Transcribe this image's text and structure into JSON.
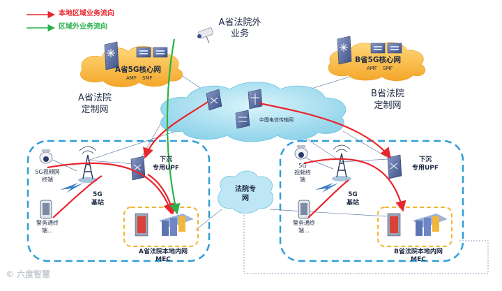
{
  "legend": {
    "local": "本地区域业务流向",
    "cross": "区域外业务流向",
    "local_color": "#e8262e",
    "cross_color": "#2bb24c"
  },
  "top_service": [
    "A省法院外",
    "业务"
  ],
  "core_a": {
    "title": "A省5G核心网",
    "amf": "AMF",
    "smf": "SMF"
  },
  "core_b": {
    "title": "B省5G核心网",
    "amf": "AMF",
    "smf": "SMF"
  },
  "private_a": [
    "A省法院",
    "定制网"
  ],
  "private_b": [
    "B省法院",
    "定制网"
  ],
  "transport": "中国电信传输网",
  "court_net": [
    "法院专",
    "网"
  ],
  "region_a": {
    "video": [
      "5G视频网",
      "终端"
    ],
    "police": [
      "警务通终",
      "端…"
    ],
    "station": [
      "5G",
      "基站"
    ],
    "upf": [
      "下沉",
      "专用UPF"
    ],
    "mec": [
      "A省法院本地内网",
      "MEC"
    ]
  },
  "region_b": {
    "video": [
      "5G",
      "视频终",
      "端"
    ],
    "police": [
      "警务通终",
      "端…"
    ],
    "station": [
      "5G",
      "基站"
    ],
    "upf": [
      "下沉",
      "专用UPF"
    ],
    "mec": [
      "B省法院本地内网",
      "MEC"
    ]
  },
  "watermark": "© 六度智慧",
  "icons": [
    "camera-icon",
    "router-icon",
    "switch-icon",
    "firewall-icon",
    "server-icon",
    "antenna-tower-icon",
    "phone-icon",
    "cloud-icon"
  ]
}
